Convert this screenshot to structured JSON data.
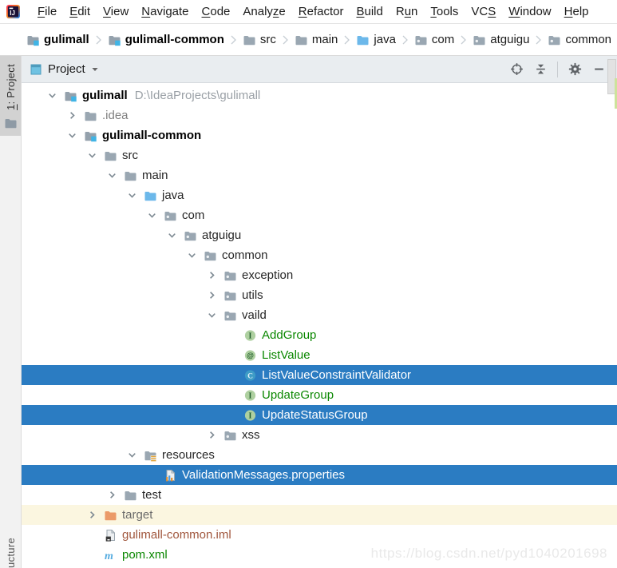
{
  "colors": {
    "selection_bg": "#2b7cc2",
    "selection_text": "#ffffff",
    "excluded_row_bg": "#fbf6e0",
    "vcs_added_green": "#0a8700",
    "ignored_brown": "#a0563c",
    "muted_gray": "#7f7f7f",
    "hint_gray": "#9aa0a6",
    "header_bg": "#e9edf0",
    "strip_bg": "#f2f2f2",
    "strip_active_bg": "#d2d2d2",
    "accent_blue": "#40b4e5",
    "watermark_gray": "#e9e9e9"
  },
  "menu_bar": {
    "items": [
      {
        "label": "File",
        "mnemonic_index": 0
      },
      {
        "label": "Edit",
        "mnemonic_index": 0
      },
      {
        "label": "View",
        "mnemonic_index": 0
      },
      {
        "label": "Navigate",
        "mnemonic_index": 0
      },
      {
        "label": "Code",
        "mnemonic_index": 0
      },
      {
        "label": "Analyze",
        "mnemonic_index": 5
      },
      {
        "label": "Refactor",
        "mnemonic_index": 0
      },
      {
        "label": "Build",
        "mnemonic_index": 0
      },
      {
        "label": "Run",
        "mnemonic_index": 1
      },
      {
        "label": "Tools",
        "mnemonic_index": 0
      },
      {
        "label": "VCS",
        "mnemonic_index": 2
      },
      {
        "label": "Window",
        "mnemonic_index": 0
      },
      {
        "label": "Help",
        "mnemonic_index": 0
      }
    ]
  },
  "breadcrumb_bar": {
    "items": [
      {
        "label": "gulimall",
        "icon": "module-folder",
        "bold": true
      },
      {
        "label": "gulimall-common",
        "icon": "module-folder",
        "bold": true
      },
      {
        "label": "src",
        "icon": "folder",
        "bold": false
      },
      {
        "label": "main",
        "icon": "folder",
        "bold": false
      },
      {
        "label": "java",
        "icon": "source-folder",
        "bold": false
      },
      {
        "label": "com",
        "icon": "package-folder",
        "bold": false
      },
      {
        "label": "atguigu",
        "icon": "package-folder",
        "bold": false
      },
      {
        "label": "common",
        "icon": "package-folder",
        "bold": false
      },
      {
        "label": "",
        "icon": "package-folder",
        "bold": false
      }
    ]
  },
  "tool_strip": {
    "top_button": {
      "label": "1: Project",
      "mnemonic_index": 0
    },
    "bottom_button": {
      "label": "ucture"
    }
  },
  "project_panel": {
    "title": "Project",
    "toolbar": [
      {
        "name": "locate"
      },
      {
        "name": "collapse-all"
      },
      {
        "name": "separator"
      },
      {
        "name": "settings"
      },
      {
        "name": "hide"
      }
    ]
  },
  "tree": {
    "rows": [
      {
        "name": "gulimall",
        "label": "gulimall",
        "level": 0,
        "chevron": "expanded",
        "icon": "module-folder",
        "bold": true,
        "hint": "D:\\IdeaProjects\\gulimall"
      },
      {
        "name": "idea",
        "label": ".idea",
        "level": 1,
        "chevron": "collapsed",
        "icon": "folder",
        "color": "gray"
      },
      {
        "name": "gulimall-common",
        "label": "gulimall-common",
        "level": 1,
        "chevron": "expanded",
        "icon": "module-folder",
        "bold": true
      },
      {
        "name": "src",
        "label": "src",
        "level": 2,
        "chevron": "expanded",
        "icon": "folder"
      },
      {
        "name": "main",
        "label": "main",
        "level": 3,
        "chevron": "expanded",
        "icon": "folder"
      },
      {
        "name": "java",
        "label": "java",
        "level": 4,
        "chevron": "expanded",
        "icon": "source-folder"
      },
      {
        "name": "com",
        "label": "com",
        "level": 5,
        "chevron": "expanded",
        "icon": "package-folder"
      },
      {
        "name": "atguigu",
        "label": "atguigu",
        "level": 6,
        "chevron": "expanded",
        "icon": "package-folder"
      },
      {
        "name": "common",
        "label": "common",
        "level": 7,
        "chevron": "expanded",
        "icon": "package-folder"
      },
      {
        "name": "exception",
        "label": "exception",
        "level": 8,
        "chevron": "collapsed",
        "icon": "package-folder"
      },
      {
        "name": "utils",
        "label": "utils",
        "level": 8,
        "chevron": "collapsed",
        "icon": "package-folder"
      },
      {
        "name": "vaild",
        "label": "vaild",
        "level": 8,
        "chevron": "expanded",
        "icon": "package-folder"
      },
      {
        "name": "AddGroup",
        "label": "AddGroup",
        "level": 9,
        "chevron": "none",
        "icon": "interface",
        "color": "green"
      },
      {
        "name": "ListValue",
        "label": "ListValue",
        "level": 9,
        "chevron": "none",
        "icon": "annotation",
        "color": "green"
      },
      {
        "name": "ListValueConstraintValidator",
        "label": "ListValueConstraintValidator",
        "level": 9,
        "chevron": "none",
        "icon": "class",
        "selected": true
      },
      {
        "name": "UpdateGroup",
        "label": "UpdateGroup",
        "level": 9,
        "chevron": "none",
        "icon": "interface",
        "color": "green"
      },
      {
        "name": "UpdateStatusGroup",
        "label": "UpdateStatusGroup",
        "level": 9,
        "chevron": "none",
        "icon": "interface",
        "selected": true
      },
      {
        "name": "xss",
        "label": "xss",
        "level": 8,
        "chevron": "collapsed",
        "icon": "package-folder"
      },
      {
        "name": "resources",
        "label": "resources",
        "level": 4,
        "chevron": "expanded",
        "icon": "resources-folder"
      },
      {
        "name": "ValidationMessages-properties",
        "label": "ValidationMessages.properties",
        "level": 5,
        "chevron": "none",
        "icon": "properties-file",
        "selected": true
      },
      {
        "name": "test",
        "label": "test",
        "level": 3,
        "chevron": "collapsed",
        "icon": "folder"
      },
      {
        "name": "target",
        "label": "target",
        "level": 2,
        "chevron": "collapsed",
        "icon": "excluded-folder",
        "excluded": true
      },
      {
        "name": "gulimall-common-iml",
        "label": "gulimall-common.iml",
        "level": 2,
        "chevron": "none",
        "icon": "iml-file",
        "color": "brown"
      },
      {
        "name": "pom-xml",
        "label": "pom.xml",
        "level": 2,
        "chevron": "none",
        "icon": "maven",
        "color": "green"
      }
    ]
  },
  "watermark": {
    "text": "https://blog.csdn.net/pyd1040201698"
  }
}
